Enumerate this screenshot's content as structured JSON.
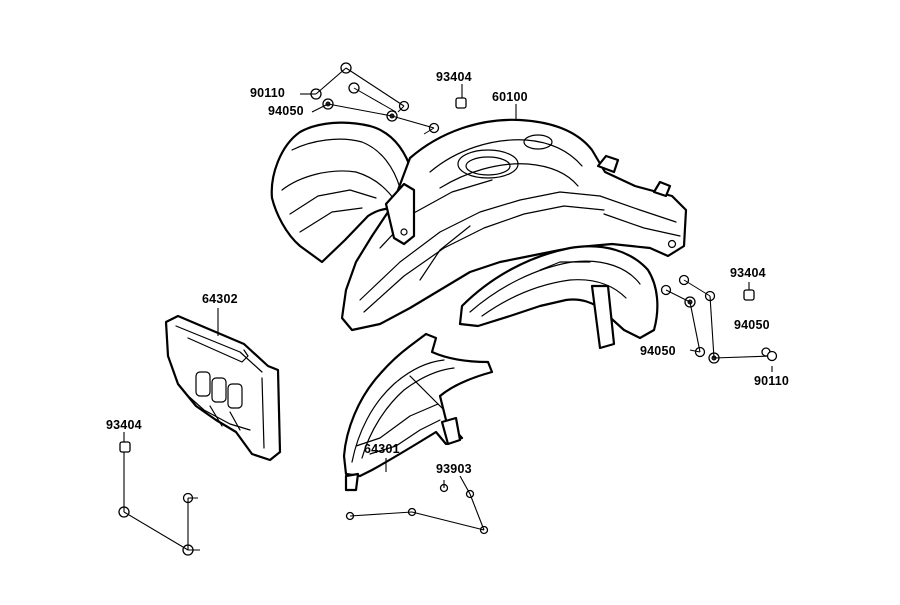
{
  "labels": {
    "front_bolt_left": "90110",
    "front_washer_left": "94050",
    "front_nut_left": "93404",
    "body_cover": "60100",
    "front_nut_right": "93404",
    "front_washer_right_a": "94050",
    "front_washer_right_b": "94050",
    "front_bolt_right": "90110",
    "footrest_panel": "64302",
    "rear_nut": "93404",
    "front_grill": "64301",
    "screws": "93903"
  }
}
